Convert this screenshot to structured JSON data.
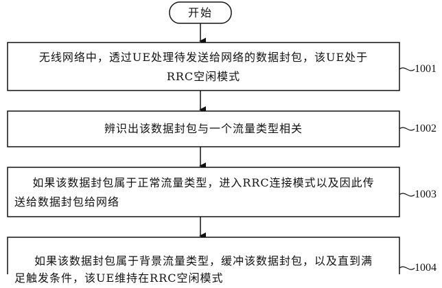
{
  "flowchart": {
    "start_label": "开始",
    "steps": [
      {
        "ref": "1001",
        "lines": [
          "无线网络中，透过UE处理待发送给网络的数据封包，该UE处于",
          "RRC空闲模式"
        ]
      },
      {
        "ref": "1002",
        "lines": [
          "辨识出该数据封包与一个流量类型相关"
        ]
      },
      {
        "ref": "1003",
        "lines": [
          "如果该数据封包属于正常流量类型，进入RRC连接模式以及因此传",
          "送给数据封包给网络"
        ]
      },
      {
        "ref": "1004",
        "lines": [
          "如果该数据封包属于背景流量类型，缓冲该数据封包，以及直到满",
          "足触发条件，该UE维持在RRC空闲模式"
        ]
      }
    ]
  }
}
